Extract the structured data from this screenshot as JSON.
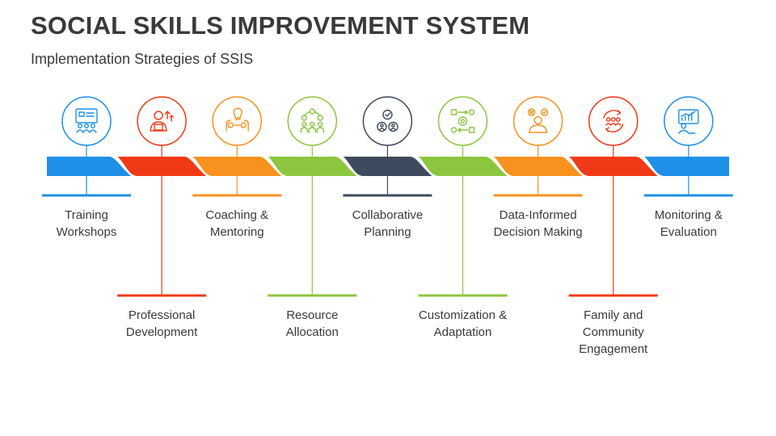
{
  "header": {
    "title": "SOCIAL SKILLS IMPROVEMENT SYSTEM",
    "subtitle": "Implementation Strategies of SSIS"
  },
  "steps": [
    {
      "label_lines": [
        "Training",
        "Workshops"
      ],
      "color": "#1e90e8",
      "icon": "training-board-icon",
      "position": "top"
    },
    {
      "label_lines": [
        "Professional",
        "Development"
      ],
      "color": "#f03a17",
      "icon": "professional-growth-icon",
      "position": "bottom"
    },
    {
      "label_lines": [
        "Coaching &",
        "Mentoring"
      ],
      "color": "#f7921e",
      "icon": "coaching-idea-icon",
      "position": "top"
    },
    {
      "label_lines": [
        "Resource",
        "Allocation"
      ],
      "color": "#8cc63f",
      "icon": "resource-network-icon",
      "position": "bottom"
    },
    {
      "label_lines": [
        "Collaborative",
        "Planning"
      ],
      "color": "#3e4a5e",
      "icon": "collaboration-people-icon",
      "position": "top"
    },
    {
      "label_lines": [
        "Customization &",
        "Adaptation"
      ],
      "color": "#8cc63f",
      "icon": "customization-gears-icon",
      "position": "bottom"
    },
    {
      "label_lines": [
        "Data-Informed",
        "Decision Making"
      ],
      "color": "#f7921e",
      "icon": "decision-person-icon",
      "position": "top"
    },
    {
      "label_lines": [
        "Family and",
        "Community",
        "Engagement"
      ],
      "color": "#f03a17",
      "icon": "community-group-icon",
      "position": "bottom"
    },
    {
      "label_lines": [
        "Monitoring &",
        "Evaluation"
      ],
      "color": "#1e90e8",
      "icon": "monitoring-chart-icon",
      "position": "top"
    }
  ]
}
